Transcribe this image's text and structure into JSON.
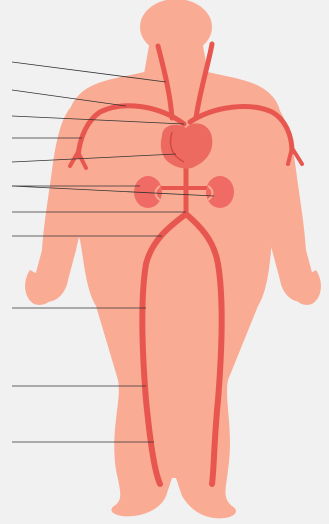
{
  "diagram": {
    "title": "",
    "subject": "human-circulatory-system",
    "colors": {
      "background": "#f1f1f1",
      "body_fill": "#f9ab94",
      "vessel_fill": "#e8574f",
      "vessel_outline": "#d64840",
      "heart_fill": "#ec6a60",
      "organ_fill": "#ef6b63",
      "leader_line": "#333333"
    },
    "labels": [
      {
        "id": "label-1",
        "text": ""
      },
      {
        "id": "label-2",
        "text": ""
      },
      {
        "id": "label-3",
        "text": ""
      },
      {
        "id": "label-4",
        "text": ""
      },
      {
        "id": "label-5",
        "text": ""
      },
      {
        "id": "label-6",
        "text": ""
      },
      {
        "id": "label-7",
        "text": ""
      },
      {
        "id": "label-8",
        "text": ""
      },
      {
        "id": "label-9",
        "text": ""
      },
      {
        "id": "label-10",
        "text": ""
      },
      {
        "id": "label-11",
        "text": ""
      }
    ]
  }
}
